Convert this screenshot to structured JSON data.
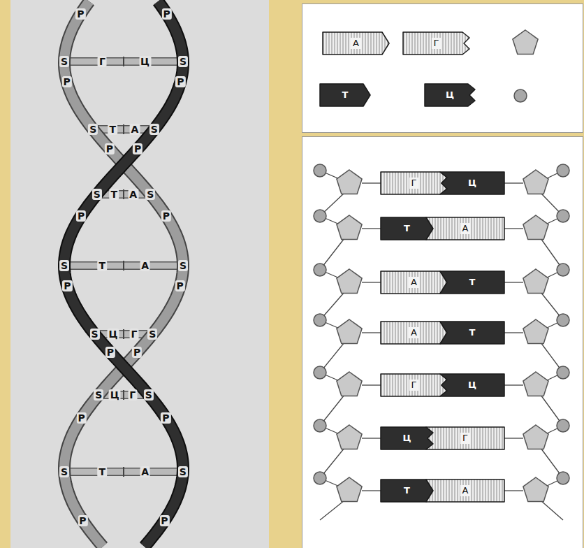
{
  "diagram": {
    "nodes": [
      {
        "text": [
          "А"
        ]
      },
      {
        "text": [
          "Г"
        ]
      },
      {
        "text": [
          "Т"
        ]
      },
      {
        "text": [
          "Ц"
        ]
      },
      {
        "text": [
          "Г"
        ]
      },
      {
        "text": [
          "Ц"
        ]
      },
      {
        "text": [
          "Т"
        ]
      },
      {
        "text": [
          "А"
        ]
      },
      {
        "text": [
          "А"
        ]
      },
      {
        "text": [
          "Т"
        ]
      },
      {
        "text": [
          "А"
        ]
      },
      {
        "text": [
          "Т"
        ]
      },
      {
        "text": [
          "Г"
        ]
      },
      {
        "text": [
          "Ц"
        ]
      },
      {
        "text": [
          "Ц"
        ]
      },
      {
        "text": [
          "Г"
        ]
      },
      {
        "text": [
          "Т"
        ]
      },
      {
        "text": [
          "А"
        ]
      }
    ],
    "labels": [
      "P",
      "P",
      "S",
      "Г",
      "Ц",
      "S",
      "P",
      "P",
      "S",
      "Т",
      "А",
      "S",
      "P",
      "P",
      "S",
      "Т",
      "А",
      "S",
      "P",
      "P",
      "S",
      "Т",
      "А",
      "S",
      "P",
      "P",
      "S",
      "Ц",
      "Г",
      "S",
      "P",
      "P",
      "S",
      "Ц",
      "Г",
      "S",
      "P",
      "P",
      "S",
      "Т",
      "А",
      "S",
      "P",
      "P"
    ]
  }
}
